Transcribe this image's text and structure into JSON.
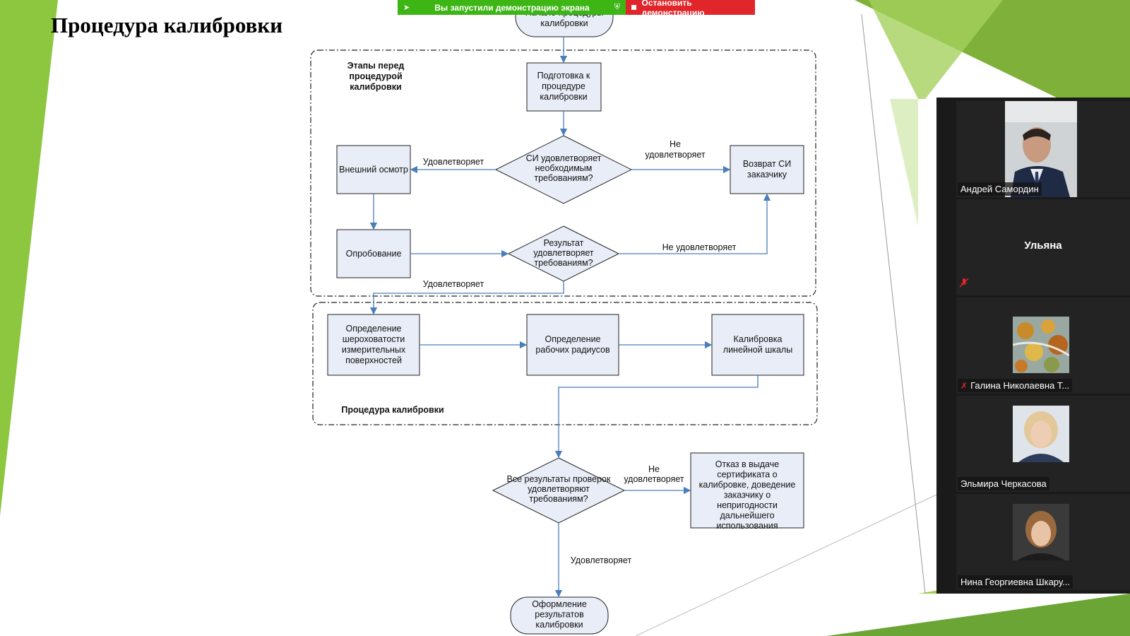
{
  "slide": {
    "title": "Процедура калибровки"
  },
  "share_bar": {
    "status_text": "Вы запустили демонстрацию экрана",
    "stop_label": "Остановить демонстрацию",
    "colors": {
      "status": "#3cb515",
      "stop": "#e0262a"
    }
  },
  "flowchart": {
    "start": "Начало процедуры калибровки",
    "groups": {
      "pre_label": "Этапы перед процедурой калибровки",
      "main_label": "Процедура калибровки"
    },
    "nodes": {
      "prep": "Подготовка к процедуре калибровки",
      "check1": "СИ удовлетворяет необходимым требованиям?",
      "inspect": "Внешний осмотр",
      "return": "Возврат СИ заказчику",
      "trial": "Опробование",
      "check2": "Результат удовлетворяет требованиям?",
      "rough": "Определение шероховатости измерительных поверхностей",
      "radii": "Определение рабочих радиусов",
      "scale": "Калибровка линейной шкалы",
      "check3": "Все результаты проверок удовлетворяют требованиям?",
      "refuse": "Отказ в выдаче сертификата о калибровке, доведение заказчику о непригодности дальнейшего использования",
      "finish": "Оформление результатов калибровки"
    },
    "edges": {
      "yes1": "Удовлетворяет",
      "no1": "Не удовлетворяет",
      "no2": "Не удовлетворяет",
      "yes2": "Удовлетворяет",
      "no3": "Не удовлетворяет",
      "yes3": "Удовлетворяет"
    }
  },
  "participants": [
    {
      "name": "Андрей Самордин",
      "muted": false,
      "video": true,
      "icon": "person-video"
    },
    {
      "name": "Ульяна",
      "muted": true,
      "video": false,
      "icon": "muted-mic-icon"
    },
    {
      "name": "Галина Николаевна Т...",
      "muted": true,
      "video": true,
      "icon": "autumn-leaves-avatar"
    },
    {
      "name": "Эльмира Черкасова",
      "muted": false,
      "video": true,
      "icon": "person-photo"
    },
    {
      "name": "Нина Георгиевна Шкару...",
      "muted": false,
      "video": true,
      "icon": "person-photo"
    }
  ]
}
